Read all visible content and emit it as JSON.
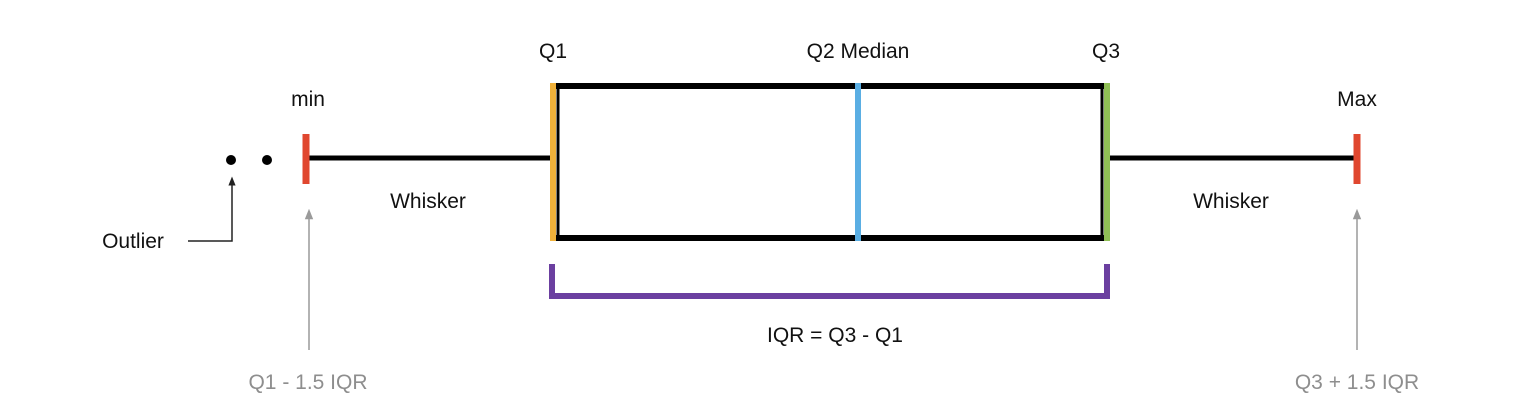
{
  "labels": {
    "q1": "Q1",
    "median": "Q2 Median",
    "q3": "Q3",
    "min": "min",
    "max": "Max",
    "whisker_left": "Whisker",
    "whisker_right": "Whisker",
    "outlier": "Outlier",
    "iqr": "IQR = Q3 - Q1",
    "lower_fence": "Q1 - 1.5 IQR",
    "upper_fence": "Q3 + 1.5 IQR"
  },
  "colors": {
    "line": "#000000",
    "min_max_marker": "#e0472f",
    "q1_marker": "#f0b13a",
    "median_marker": "#5aaee3",
    "q3_marker": "#8fbf55",
    "iqr_bracket": "#6b3fa0",
    "annotation": "#9a9a9a",
    "text": "#111111",
    "fence_text": "#8e8e8e"
  },
  "icons": {
    "outlier_points": "dot",
    "fence_pointers": "arrow-up-icon",
    "outlier_pointer": "arrow-up-icon"
  }
}
